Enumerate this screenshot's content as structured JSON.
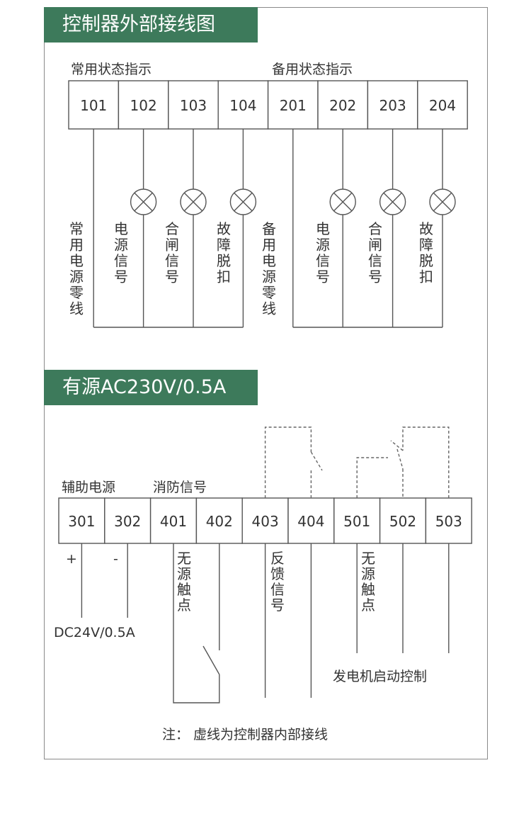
{
  "section1": {
    "title": "控制器外部接线图",
    "group_main": "常用状态指示",
    "group_backup": "备用状态指示",
    "terminals": [
      "101",
      "102",
      "103",
      "104",
      "201",
      "202",
      "203",
      "204"
    ],
    "vlabels": [
      "常用电源零线",
      "电源信号",
      "合闸信号",
      "故障脱扣",
      "备用电源零线",
      "电源信号",
      "合闸信号",
      "故障脱扣"
    ]
  },
  "section2": {
    "title": "有源AC230V/0.5A",
    "group_aux": "辅助电源",
    "group_fire": "消防信号",
    "terminals": [
      "301",
      "302",
      "401",
      "402",
      "403",
      "404",
      "501",
      "502",
      "503"
    ],
    "plus": "+",
    "minus": "-",
    "supply": "DC24V/0.5A",
    "vlabels": [
      "无源触点",
      "反馈信号",
      "无源触点"
    ],
    "generator": "发电机启动控制",
    "note": "注：  虚线为控制器内部接线"
  }
}
